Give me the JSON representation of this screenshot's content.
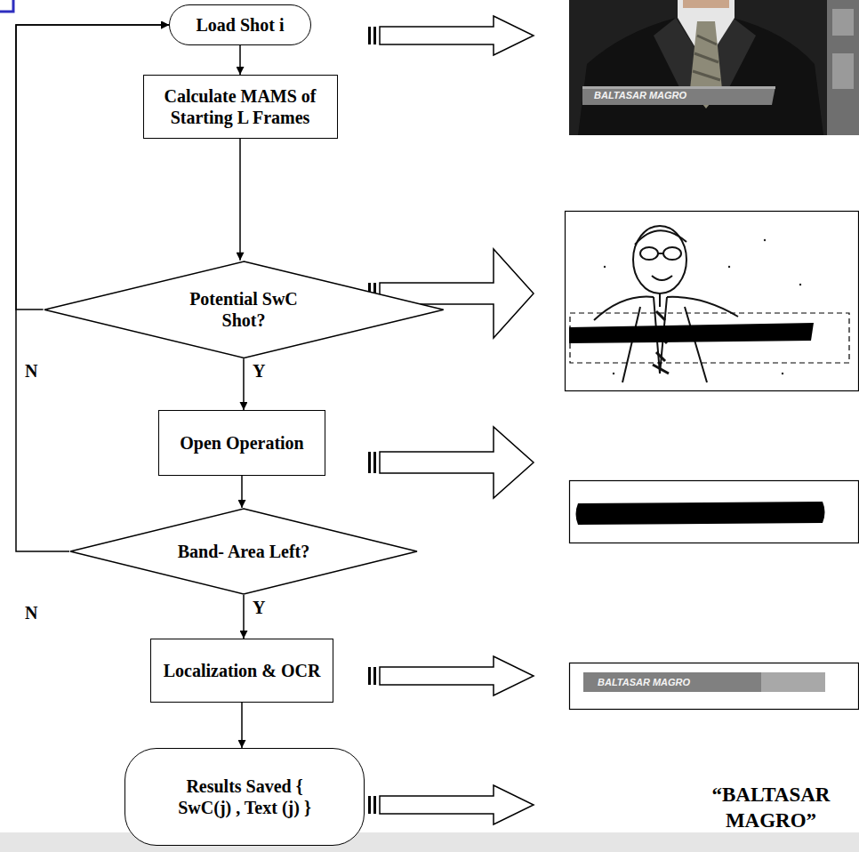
{
  "diagram": {
    "nodes": [
      {
        "text": [
          "Load Shot i"
        ]
      },
      {
        "text": [
          "Calculate MAMS of Starting L Frames"
        ]
      },
      {
        "text": [
          "Potential SwC Shot?"
        ]
      },
      {
        "text": [
          "Open Operation"
        ]
      },
      {
        "text": [
          "Band- Area Left?"
        ]
      },
      {
        "text": [
          "Localization & OCR"
        ]
      },
      {
        "text": [
          "Results Saved { SwC(j) , Text (j) }"
        ]
      }
    ],
    "edges": [
      {
        "from": 0,
        "to": 1,
        "arrow": "to"
      },
      {
        "from": 1,
        "to": 2,
        "arrow": "to"
      },
      {
        "from": 2,
        "to": 3,
        "label": "Y",
        "arrow": "to"
      },
      {
        "from": 2,
        "to": 0,
        "label": "N",
        "arrow": "to"
      },
      {
        "from": 3,
        "to": 4,
        "arrow": "to"
      },
      {
        "from": 4,
        "to": 5,
        "label": "Y",
        "arrow": "to"
      },
      {
        "from": 4,
        "to": 0,
        "label": "N",
        "arrow": "to"
      },
      {
        "from": 5,
        "to": 6,
        "arrow": "to"
      }
    ],
    "labels": [
      "BALTASAR MAGRO",
      "BALTASAR MAGRO",
      "“BALTASAR MAGRO”"
    ]
  }
}
